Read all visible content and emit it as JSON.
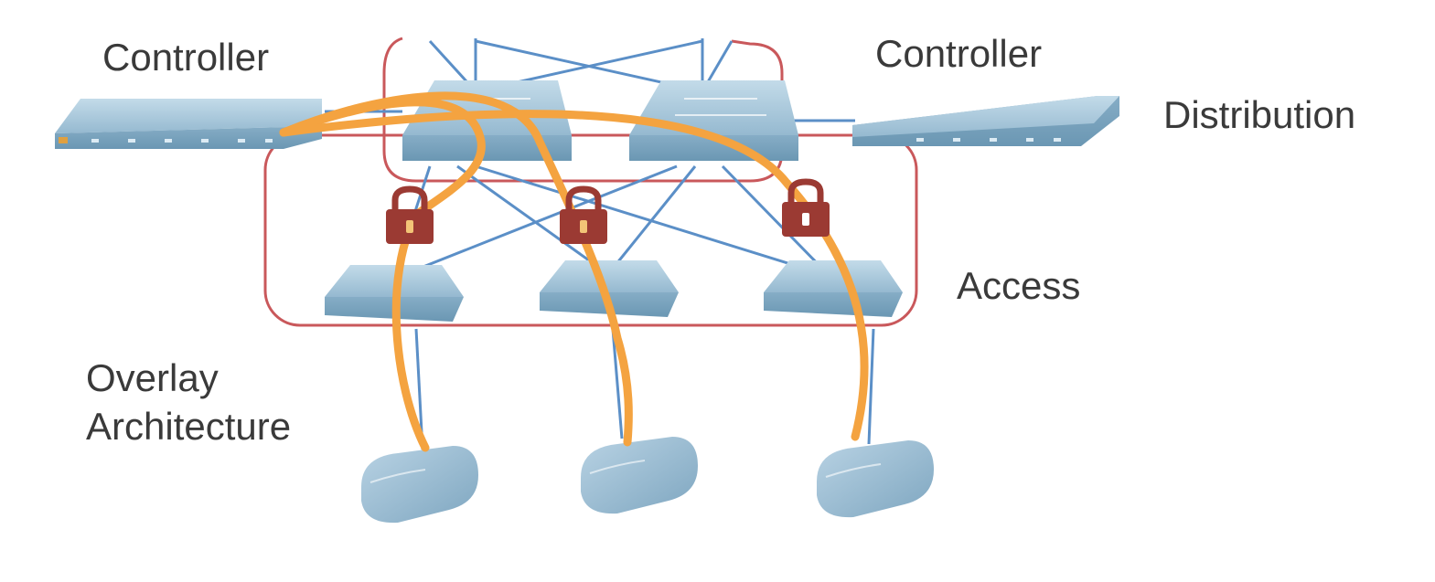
{
  "labels": {
    "controller_left": "Controller",
    "controller_right": "Controller",
    "distribution": "Distribution",
    "access": "Access",
    "overlay_line1": "Overlay",
    "overlay_line2": "Architecture"
  },
  "colors": {
    "tunnel": "#f4a340",
    "link": "#5b8fc7",
    "zone_outline": "#c9585b",
    "device_top": "#a9c8dc",
    "device_side": "#7fa8c2",
    "lock": "#9b3a33"
  },
  "icons": [
    "controller-icon",
    "distribution-switch-icon",
    "access-switch-icon",
    "access-point-icon",
    "lock-icon"
  ]
}
